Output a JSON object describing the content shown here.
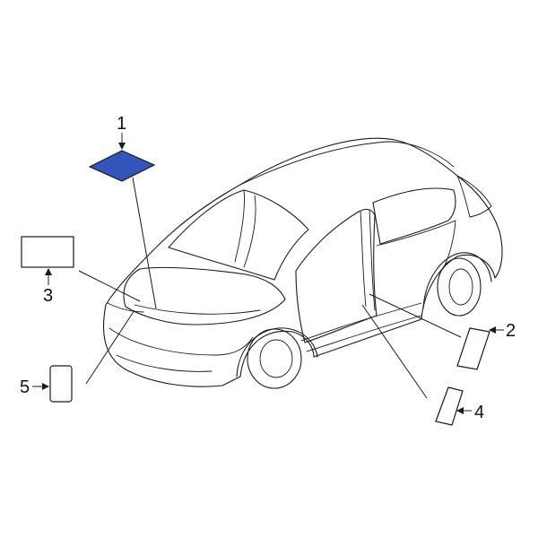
{
  "diagram": {
    "highlight_color": "#3355bb",
    "callouts": [
      {
        "id": "1",
        "text": "1"
      },
      {
        "id": "2",
        "text": "2"
      },
      {
        "id": "3",
        "text": "3"
      },
      {
        "id": "4",
        "text": "4"
      },
      {
        "id": "5",
        "text": "5"
      }
    ]
  }
}
